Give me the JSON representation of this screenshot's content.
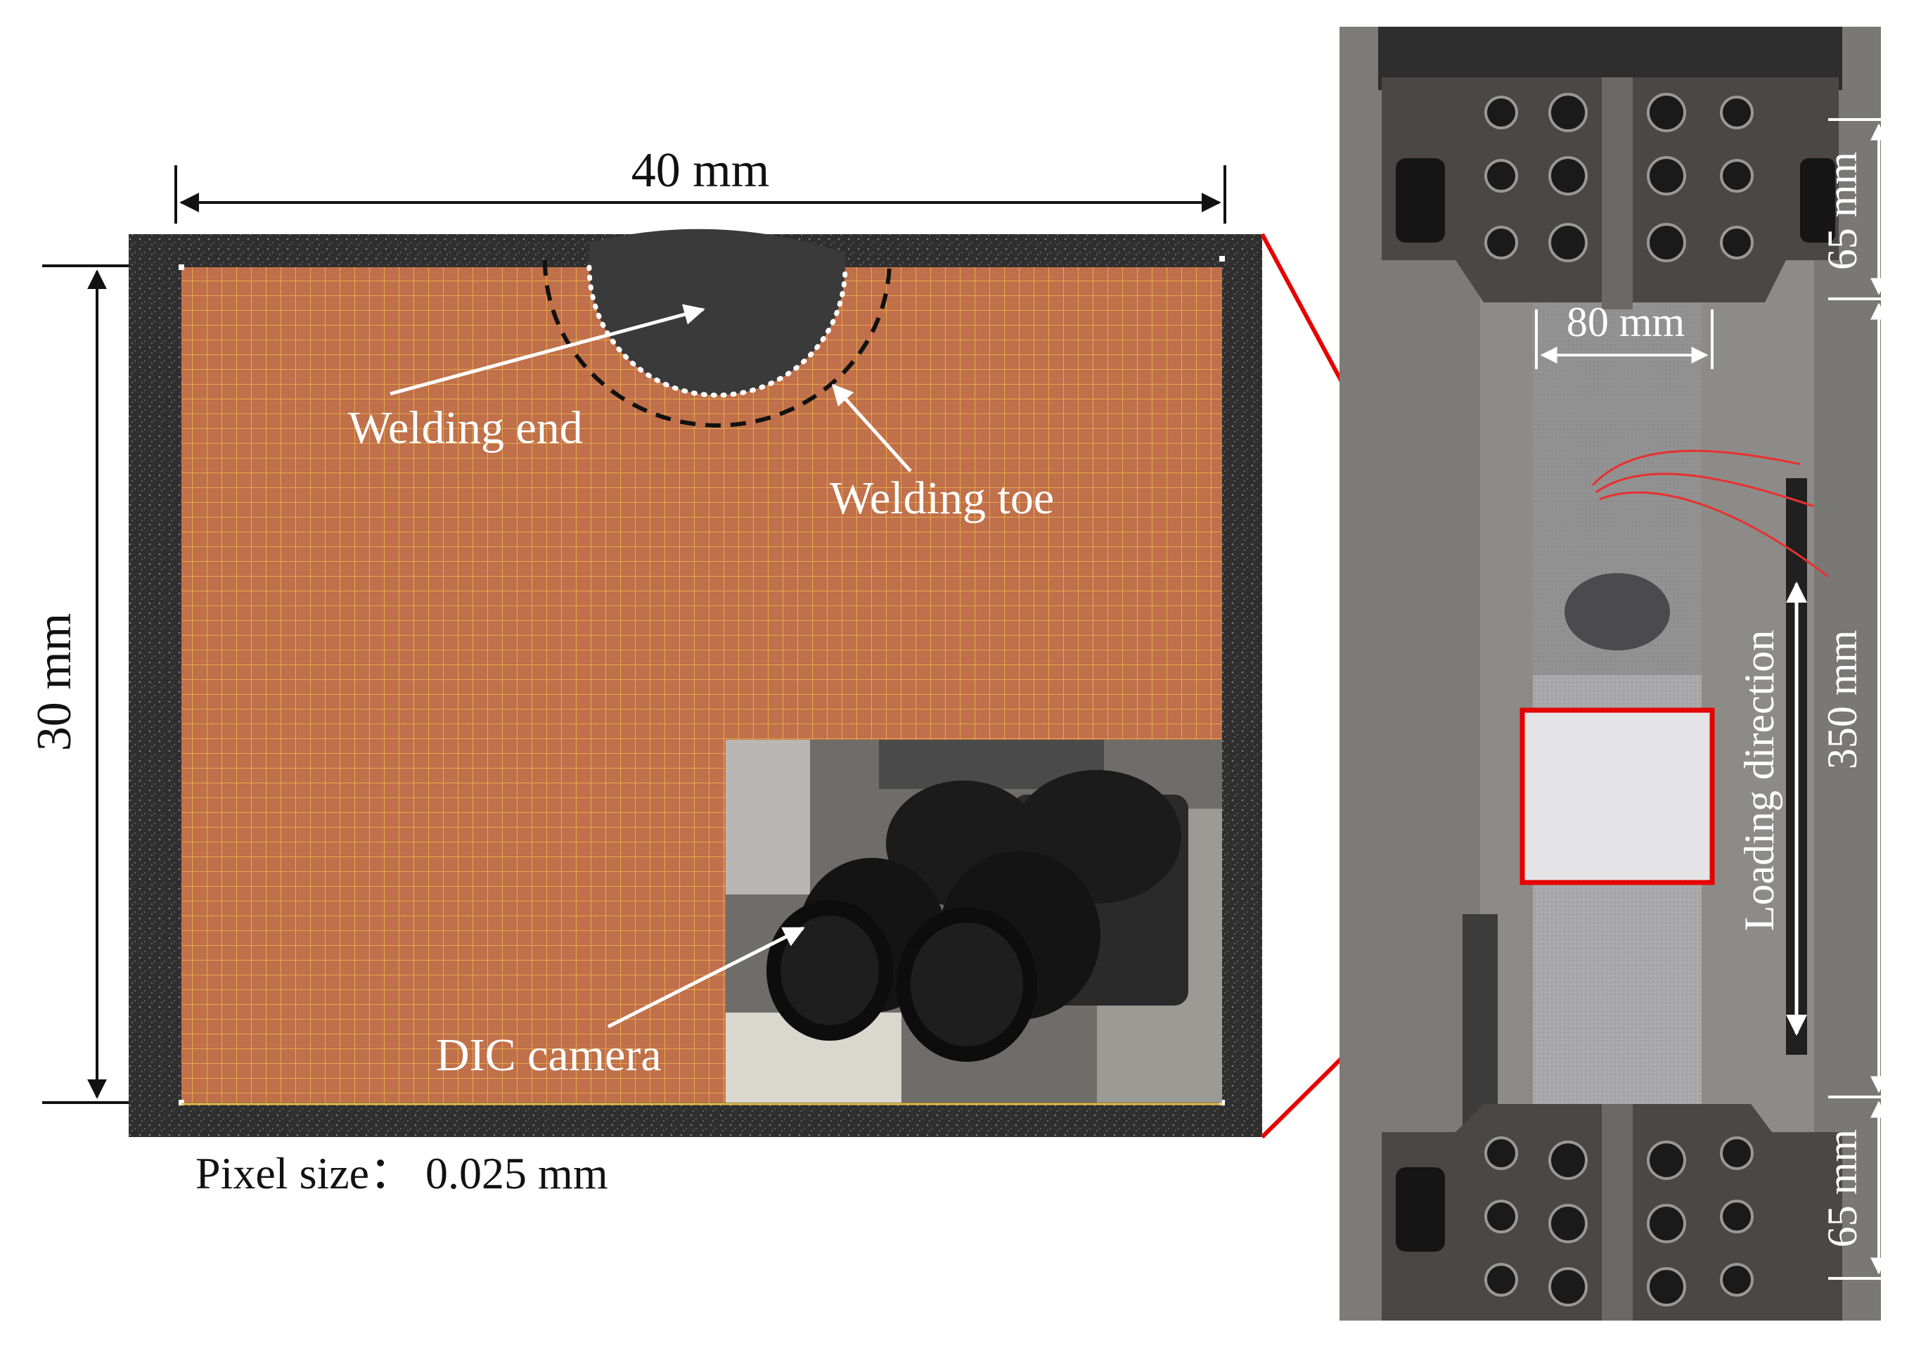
{
  "colors": {
    "roi_fill": "#c0704a",
    "grid_line": "#f2b84a",
    "speckle_bg": "#2f2f2f",
    "callout_red": "#e60000",
    "machine_bg": "#8d8b88",
    "specimen": "#a7a7a9"
  },
  "dic_panel": {
    "width_label": "40 mm",
    "height_label": "30 mm",
    "pixel_size_label": "Pixel size：  0.025 mm",
    "welding_end_label": "Welding end",
    "welding_toe_label": "Welding toe",
    "camera_label": "DIC camera"
  },
  "test_panel": {
    "top_grip_label": "65 mm",
    "bottom_grip_label": "65 mm",
    "width_label": "80 mm",
    "length_label": "350 mm",
    "loading_label": "Loading direction"
  },
  "icons": [
    "arrow-icon",
    "dimension-arrow-icon",
    "camera-lens-icon",
    "grip-bolt-hole-icon"
  ]
}
